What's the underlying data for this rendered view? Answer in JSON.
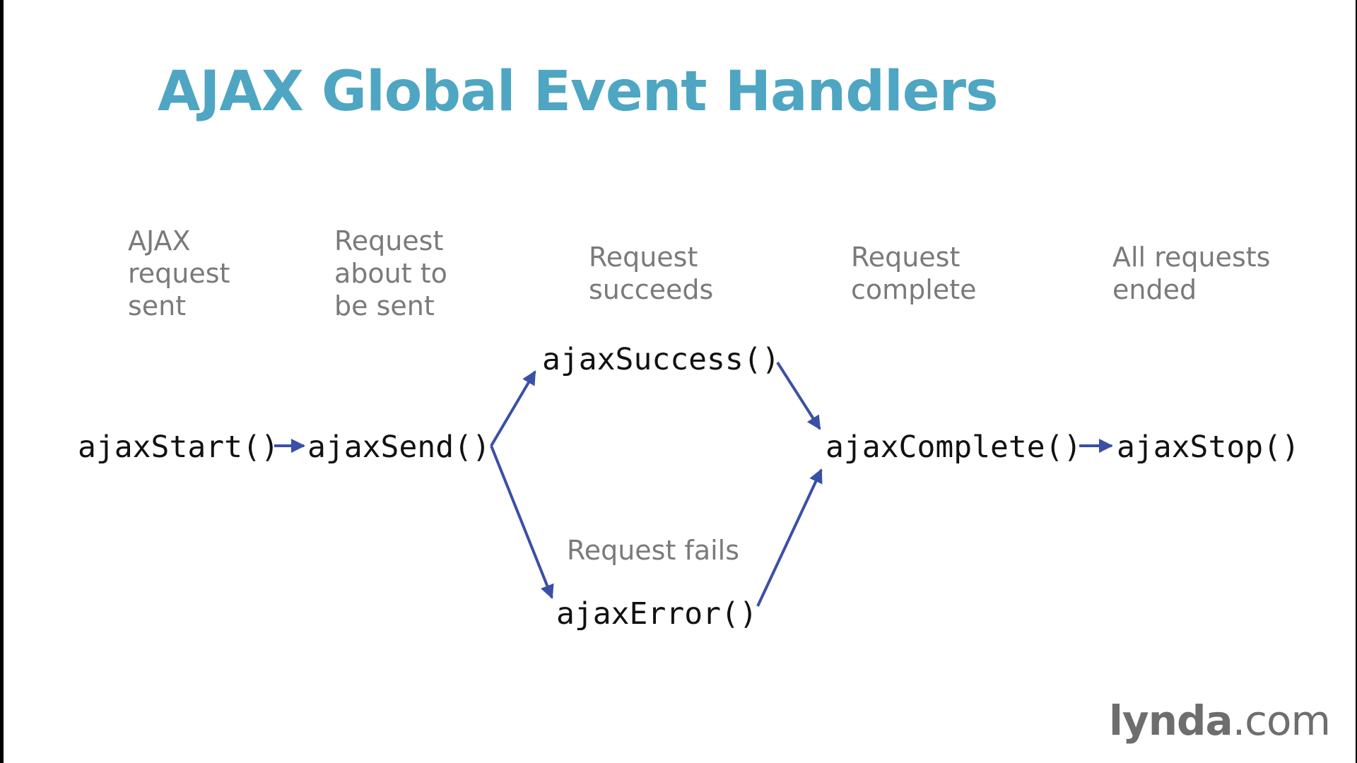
{
  "title": "AJAX Global Event Handlers",
  "labels": {
    "ajax_request_sent": "AJAX\nrequest\nsent",
    "request_about_to_be_sent": "Request\nabout to\nbe sent",
    "request_succeeds": "Request\nsucceeds",
    "request_complete": "Request\ncomplete",
    "all_requests_ended": "All requests\nended",
    "request_fails": "Request fails"
  },
  "handlers": {
    "ajax_start": "ajaxStart()",
    "ajax_send": "ajaxSend()",
    "ajax_success": "ajaxSuccess()",
    "ajax_error": "ajaxError()",
    "ajax_complete": "ajaxComplete()",
    "ajax_stop": "ajaxStop()"
  },
  "logo": {
    "brand": "lynda",
    "suffix": ".com"
  },
  "colors": {
    "title": "#4ea6c2",
    "arrow": "#3a4fa6",
    "label": "#7a7a7a"
  }
}
